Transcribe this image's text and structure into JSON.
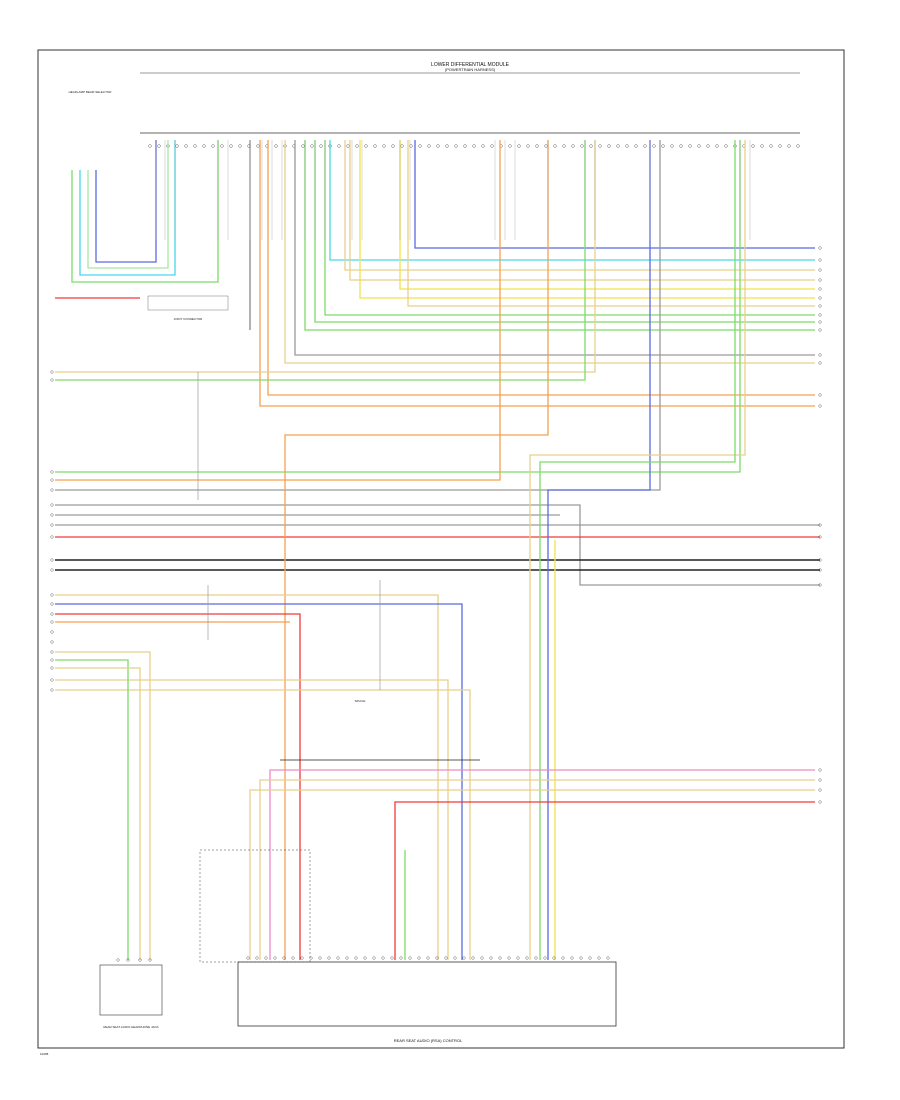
{
  "diagram": {
    "header_title": "LOWER DIFFERENTIAL MODULE",
    "header_subtitle": "(POWERTRAIN HARNESS)",
    "left_component": "HEADLAMP BEAM SELECTOR",
    "fuse_label": "JOINT CONNECTOR",
    "right_block_label": "REAR SEAT AUDIO CONTROL",
    "splice_label": "SPLICE",
    "bottom_left_component": "REAR SEAT AUDIO HEADPHONE JACK",
    "page_code": "10298",
    "module_title": "REAR SEAT AUDIO (RSA) CONTROL"
  },
  "colors": {
    "orange": "#f5a050",
    "tan": "#e8cf8a",
    "green": "#7ddc6a",
    "blue": "#5b6be0",
    "cyan": "#49d6e6",
    "yellow": "#f0e24a",
    "pink": "#ee8ac8",
    "red": "#f03a3a",
    "gray": "#9a9a9a",
    "black": "#222222",
    "brown": "#a07a4c",
    "lightgreen": "#a6e8a0"
  }
}
